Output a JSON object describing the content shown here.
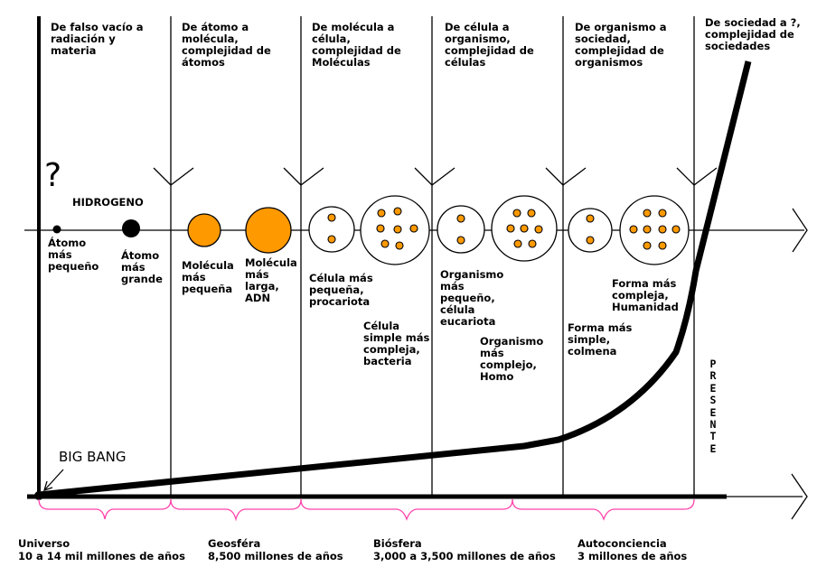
{
  "eras": [
    {
      "title": "De falso vacío a\nradiación y\nmateria"
    },
    {
      "title": "De átomo a\nmolécula,\ncomplejidad de\nátomos"
    },
    {
      "title": "De molécula a\ncélula,\ncomplejidad de\nMoléculas"
    },
    {
      "title": "De célula a\norganismo,\ncomplejidad de\ncélulas"
    },
    {
      "title": "De organismo a\nsociedad,\ncomplejidad de\norganismos"
    },
    {
      "title": "De sociedad a ?,\ncomplejidad de\nsociedades"
    }
  ],
  "question_mark": "?",
  "hydrogen": "HIDROGENO",
  "labels": {
    "atom_small": "Átomo\nmás\npequeño",
    "atom_large": "Átomo\nmás\ngrande",
    "molecule_small": "Molécula\nmás\npequeña",
    "molecule_large": "Molécula\nmás\nlarga,\nADN",
    "cell_small": "Célula más\npequeña,\nprocariota",
    "cell_complex": "Célula\nsimple más\ncompleja,\nbacteria",
    "organism_small": "Organismo\nmás\npequeño,\ncélula\neucariota",
    "organism_complex": "Organismo\nmás\ncomplejo,\nHomo",
    "society_simple": "Forma más\nsimple,\ncolmena",
    "society_complex": "Forma más\ncompleja,\nHumanidad"
  },
  "big_bang": "BIG BANG",
  "present": "PRESENTE",
  "periods": [
    {
      "name": "Universo",
      "duration": "10 a 14 mil millones de años"
    },
    {
      "name": "Geosféra",
      "duration": "8,500 millones de años"
    },
    {
      "name": "Biósfera",
      "duration": "3,000 a 3,500 millones de años"
    },
    {
      "name": "Autoconciencia",
      "duration": "3 millones de años"
    }
  ],
  "colors": {
    "ink": "#000000",
    "orange": "#ff9900",
    "brace": "#ff44aa"
  }
}
